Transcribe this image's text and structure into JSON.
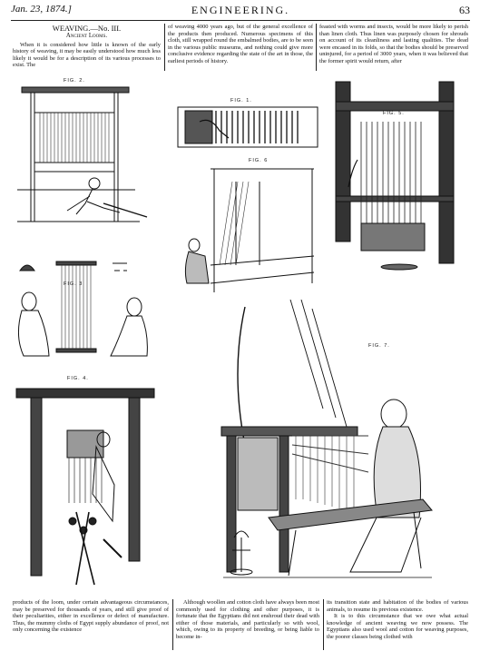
{
  "header": {
    "date": "Jan. 23, 1874.]",
    "title": "ENGINEERING.",
    "page": "63"
  },
  "article": {
    "heading": "WEAVING.—No. III.",
    "subheading": "Ancient Looms.",
    "col1_top": "When it is considered how little is known of the early history of weaving, it may be easily understood how much less likely it would be for a description of its various processes to exist. The",
    "col2_top": "of weaving 4000 years ago, but of the general excellence of the products then produced. Numerous specimens of this cloth, still wrapped round the embalmed bodies, are to be seen in the various public museums, and nothing could give more conclusive evidence regarding the state of the art in those, the earliest periods of history.",
    "col3_top": "feasted with worms and insects, would be more likely to perish than linen cloth. Thus linen was purposely chosen for shrouds on account of its cleanliness and lasting qualities. The dead were encased in its folds, so that the bodies should be preserved uninjured, for a period of 3000 years, when it was believed that the former spirit would return, after",
    "col1_bottom": "products of the loom, under certain advantageous circumstances, may be preserved for thousands of years, and still give proof of their peculiarities, either in excellence or defect of manufacture. Thus, the mummy cloths of Egypt supply abundance of proof, not only concerning the existence",
    "col2_bottom": "Although woollen and cotton cloth have always been most commonly used for clothing and other purposes, it is fortunate that the Egyptians did not enshroud their dead with either of those materials, and particularly so with wool, which, owing to its property of breeding, or being liable to become in-",
    "col3_bottom_p1": "its transition state and habitation of the bodies of various animals, to resume its previous existence.",
    "col3_bottom_p2": "It is to this circumstance that we owe what actual knowledge of ancient weaving we now possess. The Egyptians also used wool and cotton for weaving purposes, the poorer classes being clothed with"
  },
  "figures": {
    "fig1": "FIG. 1.",
    "fig2": "FIG. 2.",
    "fig3": "FIG. 3",
    "fig4": "FIG. 4.",
    "fig5": "FIG. 5.",
    "fig6": "FIG. 6",
    "fig7": "FIG. 7."
  }
}
